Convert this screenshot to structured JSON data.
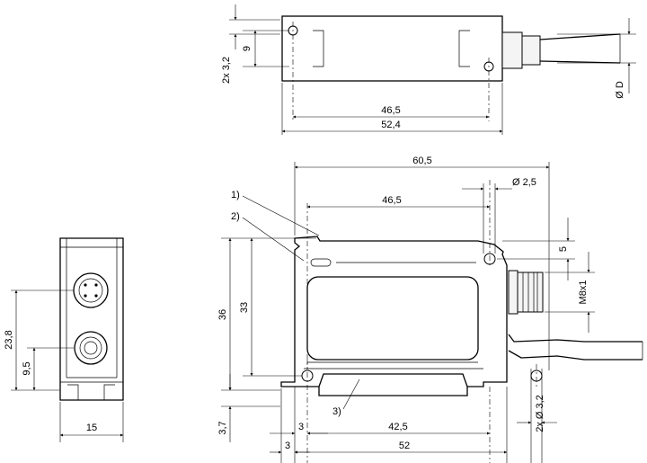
{
  "top_view": {
    "dim_holes": "2x 3,2",
    "dim_height": "9",
    "dim_hole_span": "46,5",
    "dim_length": "52,4",
    "dim_cable": "Ø D"
  },
  "end_view": {
    "dim_23_8": "23,8",
    "dim_9_5": "9,5",
    "dim_width": "15"
  },
  "front_view": {
    "dim_overall": "60,5",
    "dim_pin": "Ø 2,5",
    "dim_hole_span": "46,5",
    "dim_5": "5",
    "dim_thread": "M8x1",
    "dim_height": "36",
    "dim_33": "33",
    "dim_3_7": "3,7",
    "dim_3a": "3",
    "dim_3b": "3",
    "dim_42_5": "42,5",
    "dim_52": "52",
    "dim_holes": "2x Ø 3,2",
    "callout_1": "1)",
    "callout_2": "2)",
    "callout_3": "3)"
  }
}
